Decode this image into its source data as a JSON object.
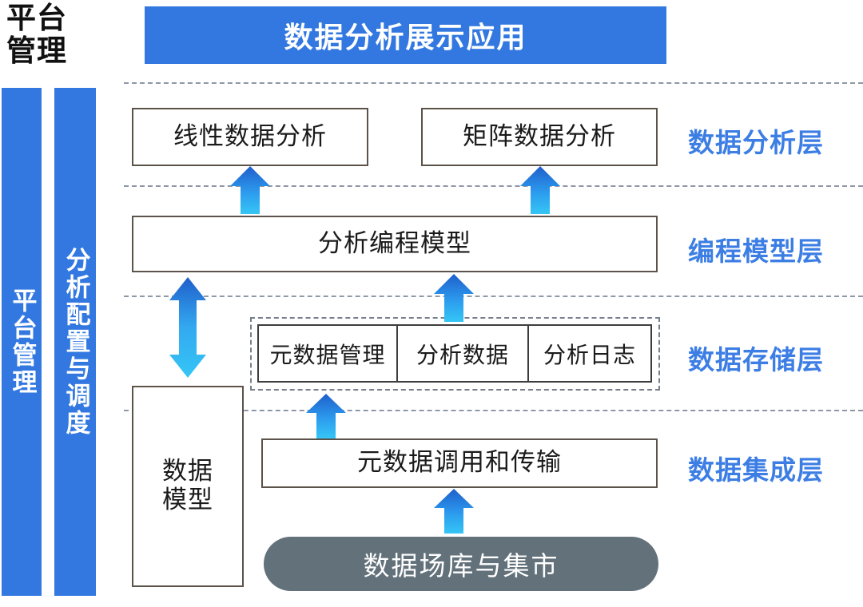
{
  "corner": {
    "title": "平台\n管理"
  },
  "sidebars": [
    {
      "key": "platform-management",
      "label": "平台管理"
    },
    {
      "key": "analysis-config-scheduling",
      "label": "分析配置与调度"
    }
  ],
  "header": {
    "title": "数据分析展示应用"
  },
  "layers": [
    {
      "key": "analysis",
      "caption": "数据分析层"
    },
    {
      "key": "programming",
      "caption": "编程模型层"
    },
    {
      "key": "storage",
      "caption": "数据存储层"
    },
    {
      "key": "integration",
      "caption": "数据集成层"
    }
  ],
  "boxes": {
    "linear_analysis": "线性数据分析",
    "matrix_analysis": "矩阵数据分析",
    "programming_model": "分析编程模型",
    "data_model_line1": "数据",
    "data_model_line2": "模型",
    "metadata_transfer": "元数据调用和传输",
    "data_lake": "数据场库与集市"
  },
  "storage_cells": [
    {
      "key": "metadata-management",
      "label": "元数据管理"
    },
    {
      "key": "analysis-data",
      "label": "分析数据"
    },
    {
      "key": "analysis-log",
      "label": "分析日志"
    }
  ],
  "colors": {
    "brand_blue": "#3278e0",
    "caption_blue": "#3c7ee4",
    "box_border": "#5b5249",
    "lake_grey": "#62717a",
    "separator_grey": "#8d98a6",
    "arrow_top": "#1f5fcb",
    "arrow_bottom": "#35c6f5"
  },
  "arrows": [
    {
      "key": "linear-analysis-up",
      "direction": "up"
    },
    {
      "key": "matrix-analysis-up",
      "direction": "up"
    },
    {
      "key": "storage-to-programming-up",
      "direction": "up"
    },
    {
      "key": "integration-to-storage-up",
      "direction": "up"
    },
    {
      "key": "lake-to-transfer-up",
      "direction": "up"
    },
    {
      "key": "data-model-bidirectional",
      "direction": "both"
    }
  ]
}
